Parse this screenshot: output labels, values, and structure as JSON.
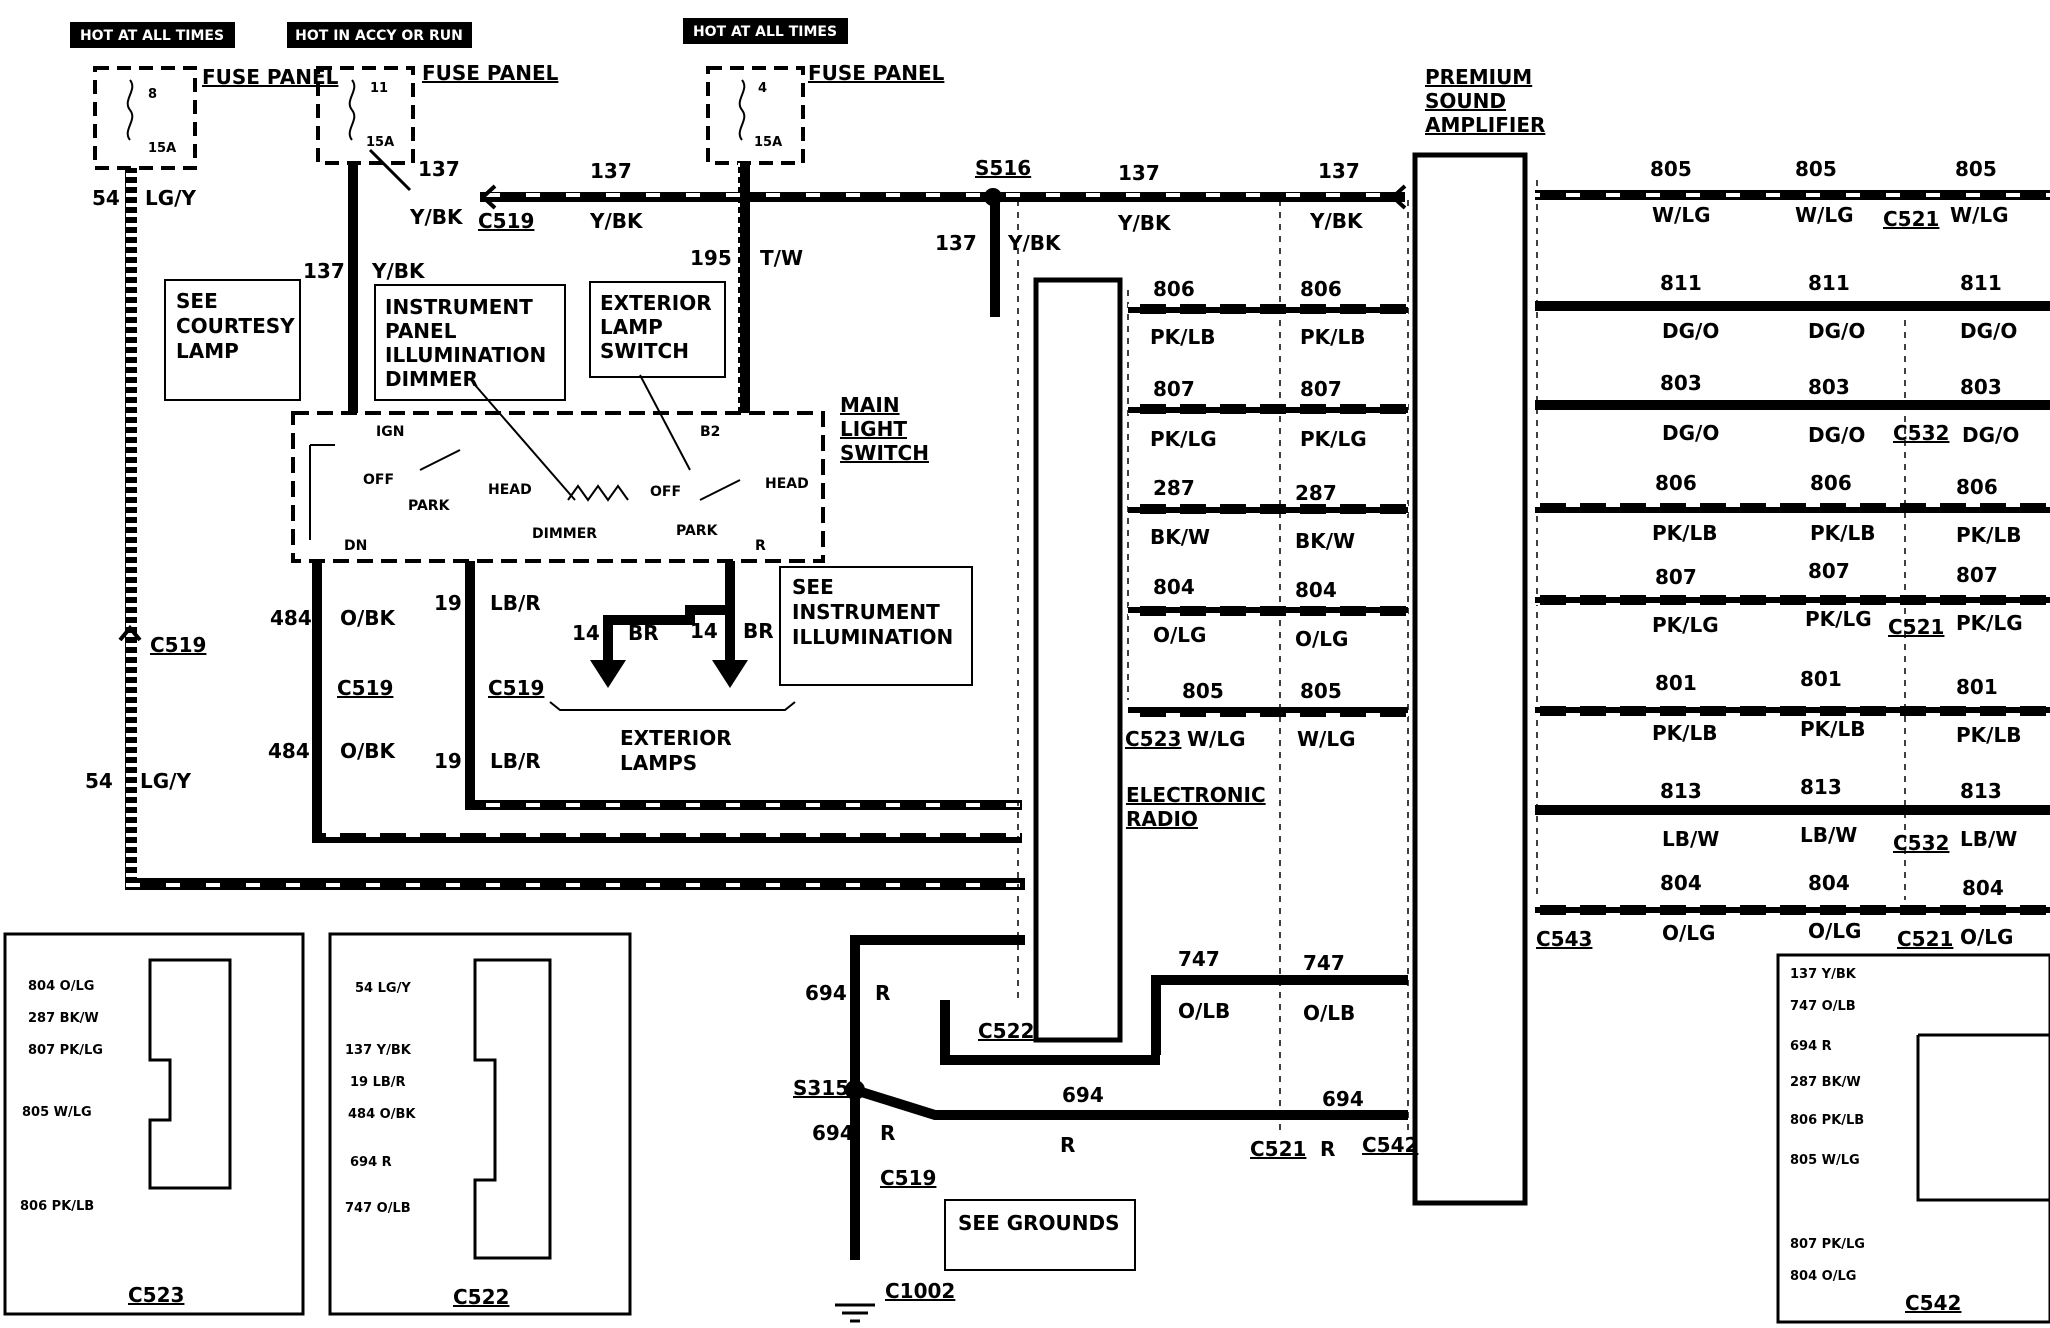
{
  "headers": [
    "HOT AT ALL TIMES",
    "HOT IN ACCY OR RUN",
    "HOT AT ALL TIMES"
  ],
  "fuses": [
    {
      "num": "8",
      "amp": "15A",
      "label": "FUSE PANEL"
    },
    {
      "num": "11",
      "amp": "15A",
      "label": "FUSE PANEL"
    },
    {
      "num": "4",
      "amp": "15A",
      "label": "FUSE PANEL"
    }
  ],
  "boxes": {
    "courtesy": "SEE COURTESY LAMP",
    "dimmer": "INSTRUMENT PANEL ILLUMINATION DIMMER",
    "ext_switch": "EXTERIOR LAMP SWITCH",
    "main_switch": "MAIN LIGHT SWITCH",
    "instr_illum": "SEE INSTRUMENT ILLUMINATION",
    "exterior_lamps": "EXTERIOR LAMPS",
    "radio": "ELECTRONIC RADIO",
    "amplifier": "PREMIUM SOUND AMPLIFIER",
    "grounds": "SEE GROUNDS"
  },
  "switch_labels": {
    "ign": "IGN",
    "off": "OFF",
    "park": "PARK",
    "head": "HEAD",
    "dn": "DN",
    "dimmer": "DIMMER",
    "b2": "B2",
    "r": "R"
  },
  "splices": {
    "s516": "S516",
    "s315": "S315",
    "c1002": "C1002"
  },
  "connectors": {
    "c519": "C519",
    "c521": "C521",
    "c522": "C522",
    "c523": "C523",
    "c532": "C532",
    "c542": "C542",
    "c543": "C543"
  },
  "wires": {
    "w54": {
      "n": "54",
      "c": "LG/Y"
    },
    "w137": {
      "n": "137",
      "c": "Y/BK"
    },
    "w195": {
      "n": "195",
      "c": "T/W"
    },
    "w484": {
      "n": "484",
      "c": "O/BK"
    },
    "w19": {
      "n": "19",
      "c": "LB/R"
    },
    "w14": {
      "n": "14",
      "c": "BR"
    },
    "w806": {
      "n": "806",
      "c": "PK/LB"
    },
    "w807": {
      "n": "807",
      "c": "PK/LG"
    },
    "w287": {
      "n": "287",
      "c": "BK/W"
    },
    "w804": {
      "n": "804",
      "c": "O/LG"
    },
    "w805": {
      "n": "805",
      "c": "W/LG"
    },
    "w747": {
      "n": "747",
      "c": "O/LB"
    },
    "w694": {
      "n": "694",
      "c": "R"
    },
    "w811": {
      "n": "811",
      "c": "DG/O"
    },
    "w803": {
      "n": "803",
      "c": "DG/O"
    },
    "w801": {
      "n": "801",
      "c": "PK/LB"
    },
    "w813": {
      "n": "813",
      "c": "LB/W"
    }
  },
  "pinouts": {
    "c523": {
      "title": "C523",
      "pins": [
        "804 O/LG",
        "287 BK/W",
        "807 PK/LG",
        "805 W/LG",
        "806 PK/LB"
      ]
    },
    "c522": {
      "title": "C522",
      "pins": [
        "54 LG/Y",
        "137 Y/BK",
        "19 LB/R",
        "484 O/BK",
        "694 R",
        "747 O/LB"
      ]
    },
    "c542": {
      "title": "C542",
      "pins": [
        "137 Y/BK",
        "747 O/LB",
        "694 R",
        "287 BK/W",
        "806 PK/LB",
        "805 W/LG",
        "807 PK/LG",
        "804 O/LG"
      ]
    }
  }
}
